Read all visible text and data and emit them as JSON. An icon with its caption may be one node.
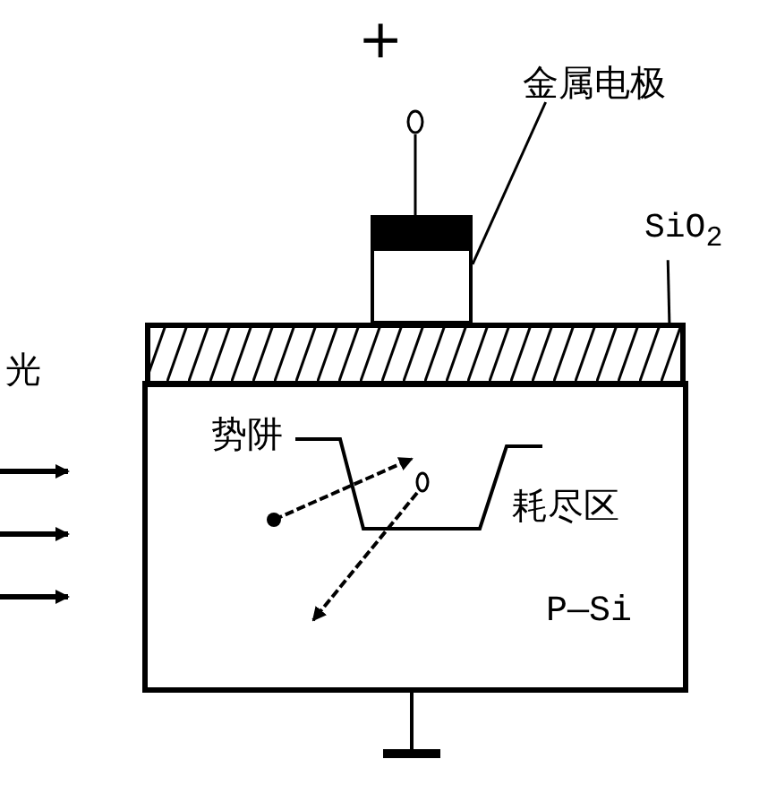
{
  "diagram": {
    "nodes": [
      {
        "text": [
          "金属电极"
        ]
      },
      {
        "text": [],
        "shape": "box"
      },
      {
        "text": [
          "SiO$_{2}$"
        ]
      },
      {
        "text": [],
        "shape": "box"
      }
    ],
    "edges": [
      {
        "from": 0,
        "to": 1,
        "arrow": "none"
      },
      {
        "from": 2,
        "to": 3,
        "arrow": "none"
      }
    ],
    "labels": [
      "+",
      "光",
      "势阱",
      "耗尽区",
      "P—Si"
    ]
  }
}
